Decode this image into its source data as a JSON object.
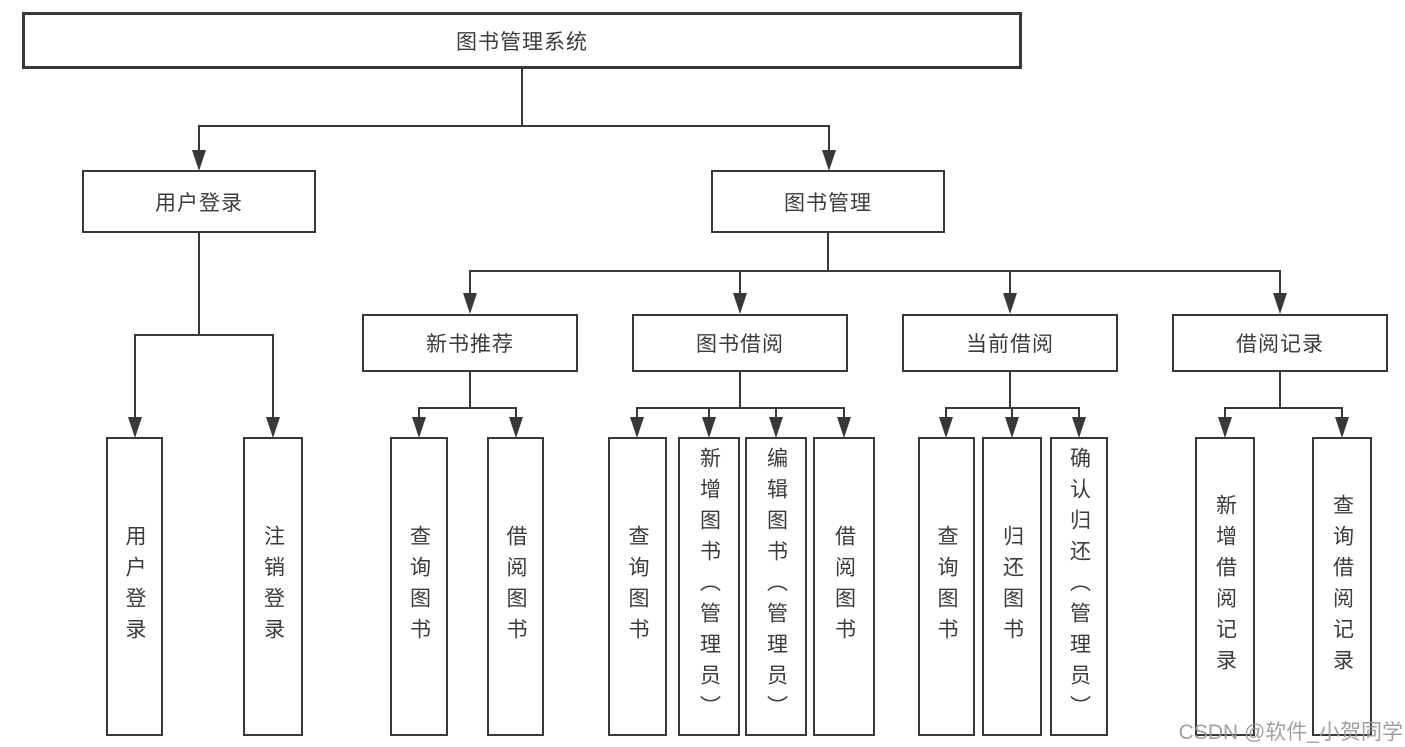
{
  "diagram": {
    "type": "hierarchy-tree",
    "tree": {
      "root": "图书管理系统",
      "branches": [
        {
          "label": "用户登录",
          "leaves": [
            "用户登录",
            "注销登录"
          ]
        },
        {
          "label": "图书管理",
          "groups": [
            {
              "label": "新书推荐",
              "leaves": [
                "查询图书",
                "借阅图书"
              ]
            },
            {
              "label": "图书借阅",
              "leaves": [
                "查询图书",
                "新增图书（管理员）",
                "编辑图书（管理员）",
                "借阅图书"
              ]
            },
            {
              "label": "当前借阅",
              "leaves": [
                "查询图书",
                "归还图书",
                "确认归还（管理员）"
              ]
            },
            {
              "label": "借阅记录",
              "leaves": [
                "新增借阅记录",
                "查询借阅记录"
              ]
            }
          ]
        }
      ]
    },
    "colors": {
      "line": "#383838",
      "box_border": "#383838",
      "box_fill": "#ffffff",
      "text": "#3c3c3c",
      "background": "#ffffff",
      "watermark": "#989898"
    }
  },
  "watermark": "CSDN @软件_小贺同学"
}
